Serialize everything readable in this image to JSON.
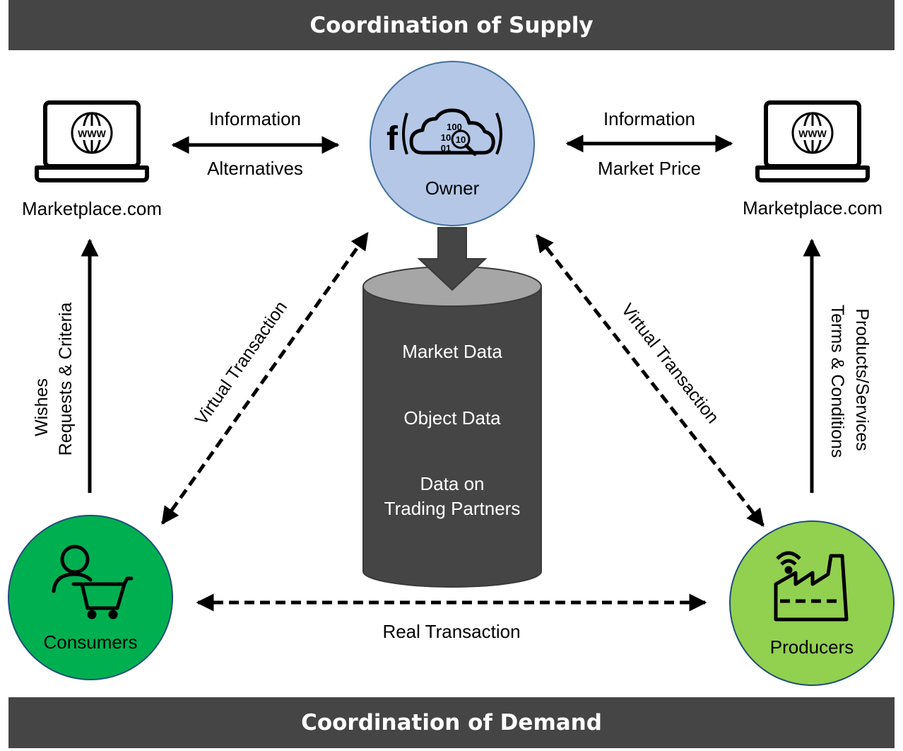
{
  "banners": {
    "top": "Coordination of Supply",
    "bottom": "Coordination of Demand"
  },
  "nodes": {
    "marketplace_left": {
      "label": "Marketplace.com",
      "icon": "laptop-www-icon",
      "screen_text": "WWW"
    },
    "marketplace_right": {
      "label": "Marketplace.com",
      "icon": "laptop-www-icon",
      "screen_text": "WWW"
    },
    "owner": {
      "label": "Owner",
      "icon": "cloud-data-function-icon",
      "func_glyph": "f",
      "digits": [
        "100",
        "10",
        "10",
        "01"
      ],
      "fill": "#b4c7e7"
    },
    "consumers": {
      "label": "Consumers",
      "icon": "person-cart-icon",
      "fill": "#00b050"
    },
    "producers": {
      "label": "Producers",
      "icon": "factory-wifi-icon",
      "fill": "#92d050"
    },
    "database": {
      "icon": "database-cylinder-icon",
      "items": [
        "Market Data",
        "Object Data",
        "Data on",
        "Trading Partners"
      ]
    }
  },
  "edges": {
    "left_top_label": "Information",
    "left_bottom_label": "Alternatives",
    "right_top_label": "Information",
    "right_bottom_label": "Market Price",
    "virtual_left": "Virtual Transaction",
    "virtual_right": "Virtual Transaction",
    "real": "Real Transaction",
    "consumer_up_line1": "Wishes",
    "consumer_up_line2": "Requests & Criteria",
    "producer_up_line1": "Products/Services",
    "producer_up_line2": "Terms & Conditions"
  }
}
